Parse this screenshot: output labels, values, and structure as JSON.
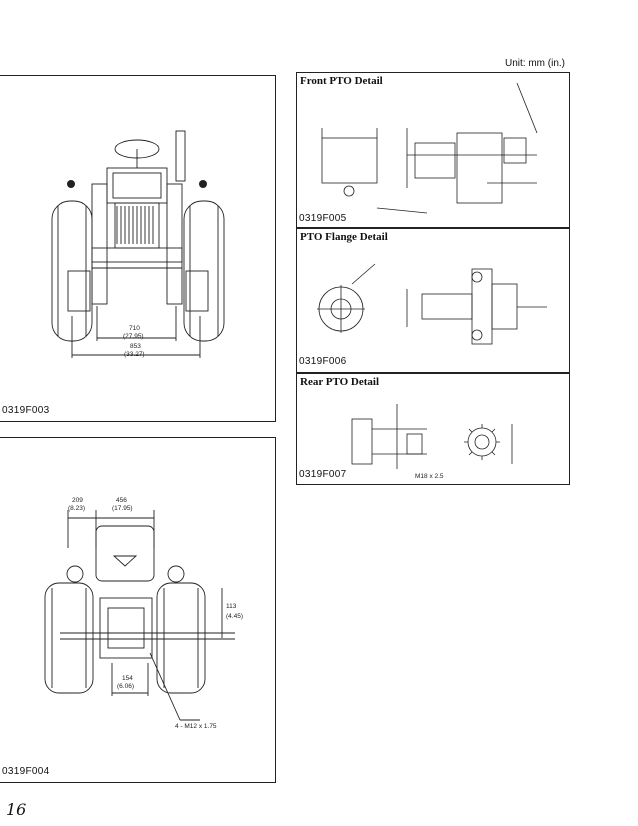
{
  "unit_label": "Unit:  mm (in.)",
  "page_number": "16",
  "figures": {
    "front_view": {
      "code": "0319F003",
      "dims": {
        "inner": "710",
        "inner_in": "(27.95)",
        "outer": "853",
        "outer_in": "(33.27)"
      }
    },
    "rear_view": {
      "code": "0319F004",
      "dims": {
        "top_left": "209",
        "top_left_in": "(8.23)",
        "top_right": "456",
        "top_right_in": "(17.95)",
        "side": "113",
        "side_in": "(4.45)",
        "bottom": "154",
        "bottom_in": "(6.06)",
        "bolt": "4 - M12 x 1.75"
      }
    },
    "front_pto": {
      "title": "Front PTO Detail",
      "code": "0319F005"
    },
    "pto_flange": {
      "title": "PTO Flange Detail",
      "code": "0319F006"
    },
    "rear_pto": {
      "title": "Rear PTO Detail",
      "code": "0319F007",
      "dims": {
        "m18": "M18 x 2.5"
      }
    }
  }
}
